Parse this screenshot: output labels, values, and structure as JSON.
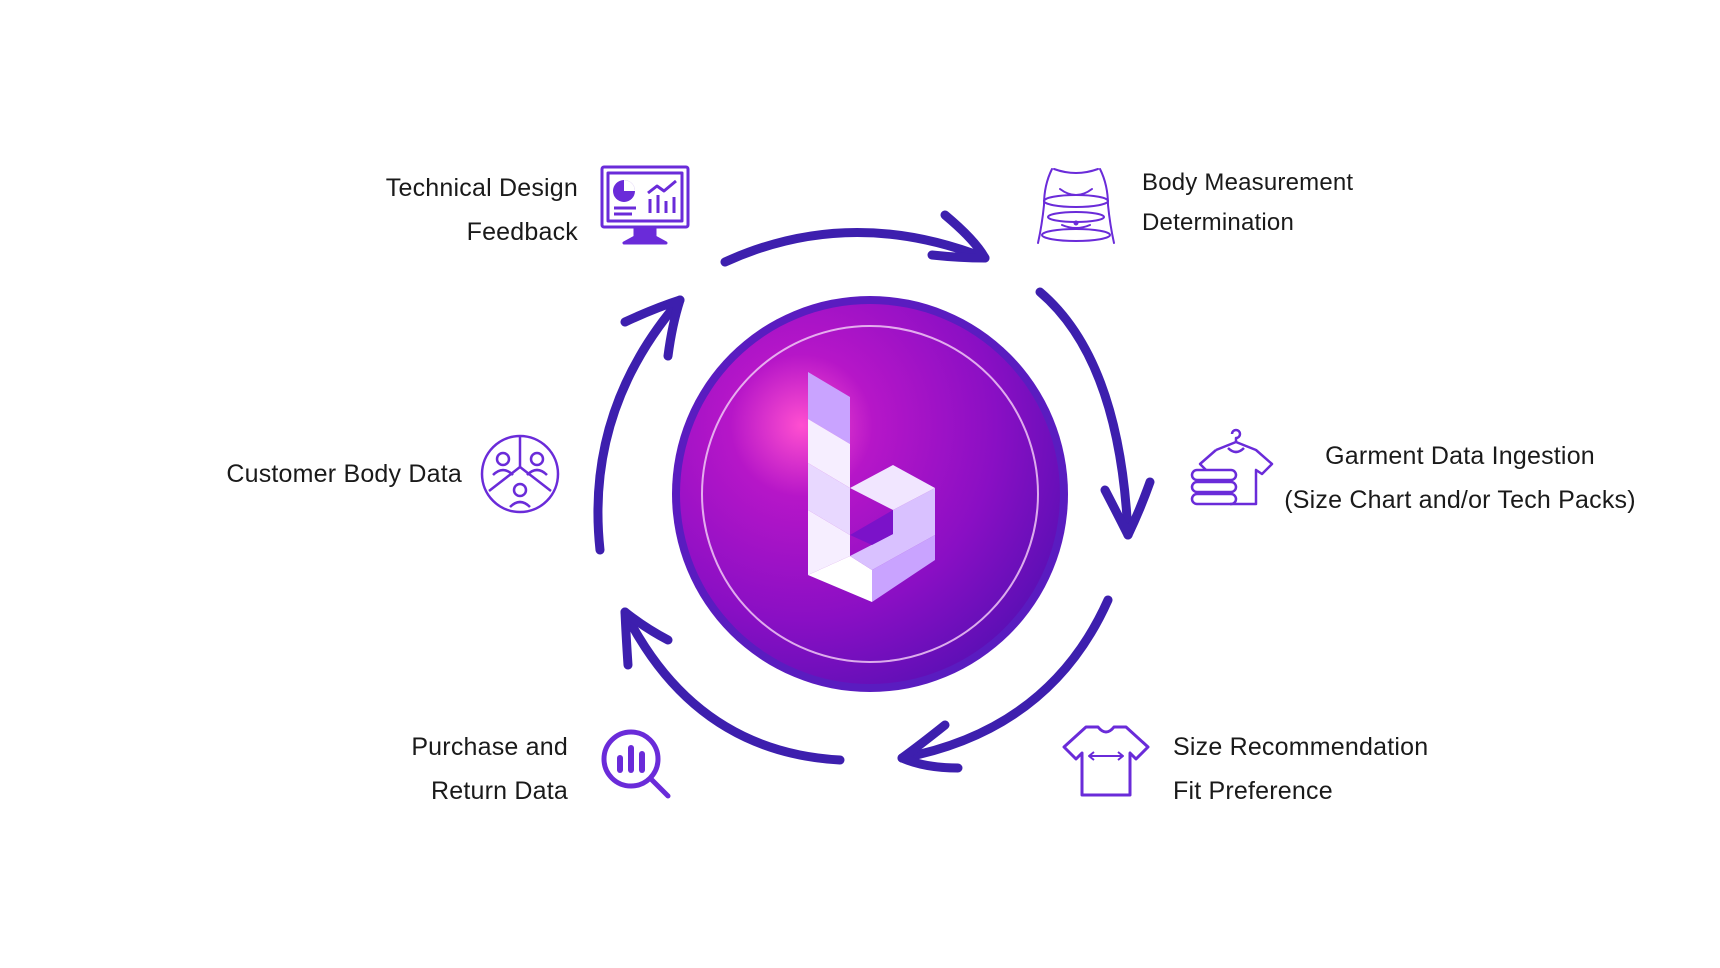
{
  "diagram": {
    "colors": {
      "arrow": "#3d1fae",
      "icon": "#6a2bd9",
      "circle_outer": "#6a0fc4",
      "circle_inner_light": "#e85bd6",
      "logo_light": "#f1e6ff",
      "logo_mid": "#c9a3ff"
    },
    "center_logo": {
      "icon": "brand-b-logo"
    },
    "steps": [
      {
        "id": "body-measurement",
        "icon": "torso-measure-icon",
        "lines": [
          "Body Measurement",
          "Determination"
        ]
      },
      {
        "id": "garment-data",
        "icon": "garment-stack-icon",
        "lines": [
          "Garment Data Ingestion",
          "(Size Chart and/or Tech Packs)"
        ]
      },
      {
        "id": "size-recommendation",
        "icon": "tshirt-width-icon",
        "lines": [
          "Size Recommendation",
          "Fit Preference"
        ]
      },
      {
        "id": "purchase-return",
        "icon": "chart-magnifier-icon",
        "lines": [
          "Purchase and",
          "Return Data"
        ]
      },
      {
        "id": "customer-body",
        "icon": "customer-group-icon",
        "lines": [
          "Customer Body Data"
        ]
      },
      {
        "id": "technical-design",
        "icon": "monitor-analytics-icon",
        "lines": [
          "Technical Design",
          "Feedback"
        ]
      }
    ]
  }
}
